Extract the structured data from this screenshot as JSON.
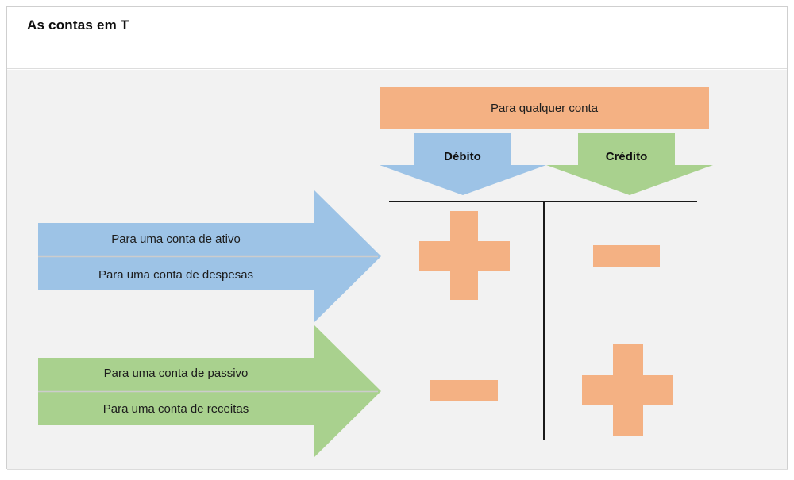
{
  "header": {
    "title": "As contas em T"
  },
  "diagram": {
    "any_account": {
      "label": "Para qualquer conta"
    },
    "column_arrows": [
      {
        "label": "Débito",
        "color": "blue"
      },
      {
        "label": "Crédito",
        "color": "green"
      }
    ],
    "account_arrows": [
      {
        "color": "blue",
        "rows": [
          "Para uma conta de ativo",
          "Para uma conta de despesas"
        ]
      },
      {
        "color": "green",
        "rows": [
          "Para uma conta de passivo",
          "Para uma conta de receitas"
        ]
      }
    ],
    "t_account": {
      "debit_top_sign": "+",
      "credit_top_sign": "−",
      "debit_bottom_sign": "−",
      "credit_bottom_sign": "+"
    },
    "colors": {
      "orange": "#F4B183",
      "blue": "#9DC3E6",
      "green": "#A9D18E",
      "panel_background": "#F2F2F2",
      "line": "#1A1A1A"
    }
  }
}
